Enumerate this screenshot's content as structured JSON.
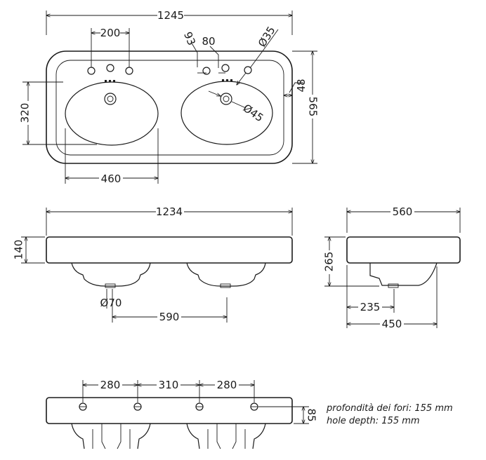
{
  "top_view": {
    "overall_width": "1245",
    "tap_spacing": "200",
    "offset_93": "93",
    "offset_80": "80",
    "hole_diameter": "Ø35",
    "rim_48": "48",
    "overall_depth": "565",
    "bowl_depth": "320",
    "bowl_width": "460",
    "drain_diameter": "Ø45"
  },
  "front_view": {
    "overall_width": "1234",
    "thickness": "140",
    "waste_diameter": "Ø70",
    "bowl_centers": "590"
  },
  "side_view": {
    "overall_depth": "560",
    "height": "265",
    "waste_offset": "235",
    "bowl_depth": "450"
  },
  "hole_view": {
    "spacing_left": "280",
    "spacing_middle": "310",
    "spacing_right": "280",
    "hole_height": "85",
    "note_it": "profondità dei fori: 155 mm",
    "note_en": "hole depth: 155 mm"
  }
}
